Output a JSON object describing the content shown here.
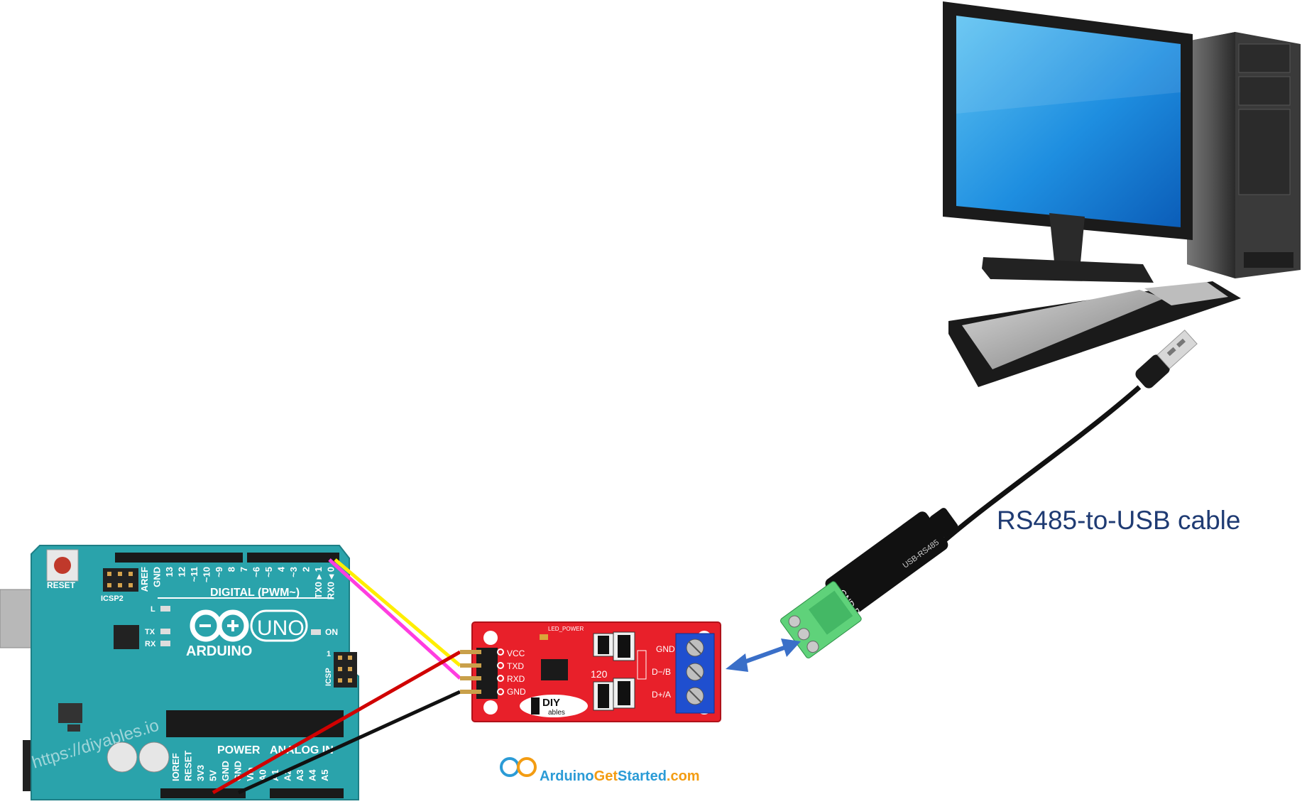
{
  "caption": "RS485-to-USB cable",
  "watermark": "https://diyables.io",
  "brand": {
    "part1": "Arduino",
    "part2": "Get",
    "part3": "Started",
    "part4": ".com"
  },
  "arduino": {
    "reset": "RESET",
    "icsp2": "ICSP2",
    "icsp": "ICSP",
    "digital": "DIGITAL (PWM~)",
    "logo": "ARDUINO",
    "model": "UNO",
    "on": "ON",
    "tx": "TX",
    "rx": "RX",
    "l": "L",
    "power": "POWER",
    "analog": "ANALOG IN",
    "top_pins": [
      "AREF",
      "GND",
      "13",
      "12",
      "~11",
      "~10",
      "~9",
      "8",
      "7",
      "~6",
      "~5",
      "4",
      "~3",
      "2",
      "TX0 ▸ 1",
      "RX0 ◂ 0"
    ],
    "bottom_pins": [
      "IOREF",
      "RESET",
      "3V3",
      "5V",
      "GND",
      "GND",
      "Vin",
      "A0",
      "A1",
      "A2",
      "A3",
      "A4",
      "A5"
    ],
    "icsp_num": "1"
  },
  "module": {
    "pins": [
      "VCC",
      "TXD",
      "RXD",
      "GND"
    ],
    "terminal": [
      "GND",
      "D−/B",
      "D+/A"
    ],
    "led_label": "LED_POWER",
    "res": "120",
    "logo1": "DIY",
    "logo2": "ables"
  },
  "usb_adapter": {
    "label": "GND B− A+ 5V",
    "model": "USB-RS485"
  },
  "colors": {
    "board": "#2aa3ab",
    "module": "#e8202a",
    "wire_yellow": "#ffee00",
    "wire_magenta": "#ff3de0",
    "wire_red": "#d00000",
    "wire_black": "#111111",
    "arrow": "#3a6fc8",
    "terminal_green": "#5fd27a"
  }
}
